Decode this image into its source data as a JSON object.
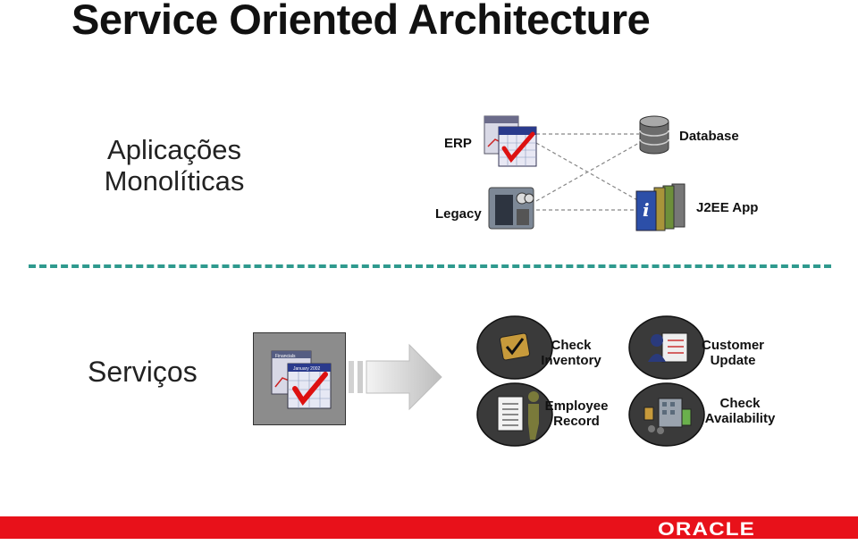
{
  "title": "Service Oriented Architecture",
  "monolithic": {
    "line1": "Aplicações",
    "line2": "Monolíticas"
  },
  "systems": {
    "erp": "ERP",
    "legacy": "Legacy",
    "database": "Database",
    "j2ee": "J2EE App"
  },
  "icon_text": {
    "calendar_header": "Financials",
    "calendar_month": "January 2002"
  },
  "services_label": "Serviços",
  "services": [
    {
      "line1": "Check",
      "line2": "Inventory"
    },
    {
      "line1": "Customer",
      "line2": "Update"
    },
    {
      "line1": "Employee",
      "line2": "Record"
    },
    {
      "line1": "Check",
      "line2": "Availability"
    }
  ],
  "brand": {
    "logo": "ORACLE",
    "bar_color": "#e8111a",
    "divider_color": "#2f9a8e"
  }
}
